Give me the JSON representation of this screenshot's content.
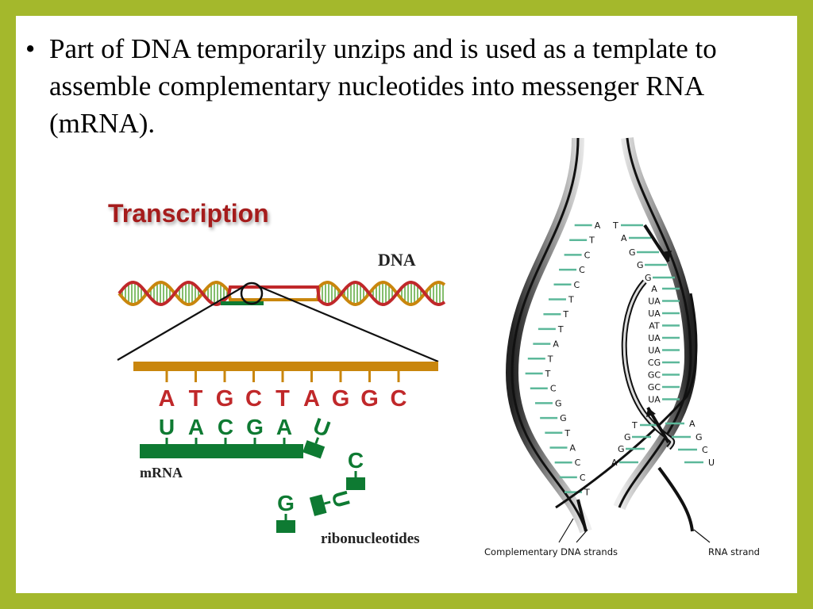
{
  "slide": {
    "bullet_text": "Part of DNA temporarily unzips and is used as a template to assemble complementary nucleotides into messenger RNA (mRNA)."
  },
  "left_diagram": {
    "title": "Transcription",
    "dna_label": "DNA",
    "template_bases": [
      "A",
      "T",
      "G",
      "C",
      "T",
      "A",
      "G",
      "G",
      "C"
    ],
    "mrna_bases": [
      "U",
      "A",
      "C",
      "G",
      "A"
    ],
    "free_ribonucleotides": [
      "U",
      "C",
      "U",
      "G"
    ],
    "mrna_label": "mRNA",
    "ribonucleotides_label": "ribonucleotides"
  },
  "right_diagram": {
    "left_strand_bases": [
      "A",
      "T",
      "C",
      "C",
      "C",
      "T",
      "T",
      "T",
      "A",
      "T",
      "T",
      "C",
      "G",
      "G",
      "T",
      "A",
      "C",
      "C",
      "T"
    ],
    "upper_right_bases": [
      "T",
      "A",
      "G",
      "G",
      "G"
    ],
    "hybrid_pairs": [
      "A",
      "UA",
      "UA",
      "AT",
      "UA",
      "UA",
      "CG",
      "GC",
      "GC",
      "UA"
    ],
    "lower_dna_bases": [
      "T",
      "G",
      "G",
      "A"
    ],
    "lower_rna_bases": [
      "A",
      "G",
      "C",
      "U"
    ],
    "label_dna": "Complementary DNA strands",
    "label_rna": "RNA strand"
  },
  "colors": {
    "background_border": "#a4b82c",
    "dna_red": "#c0282a",
    "dna_orange": "#c9860d",
    "dna_rung": "#5aa83c",
    "mrna_green": "#0e7a32",
    "rung_teal": "#5cb89a",
    "strand_dark": "#1a1a1a"
  }
}
